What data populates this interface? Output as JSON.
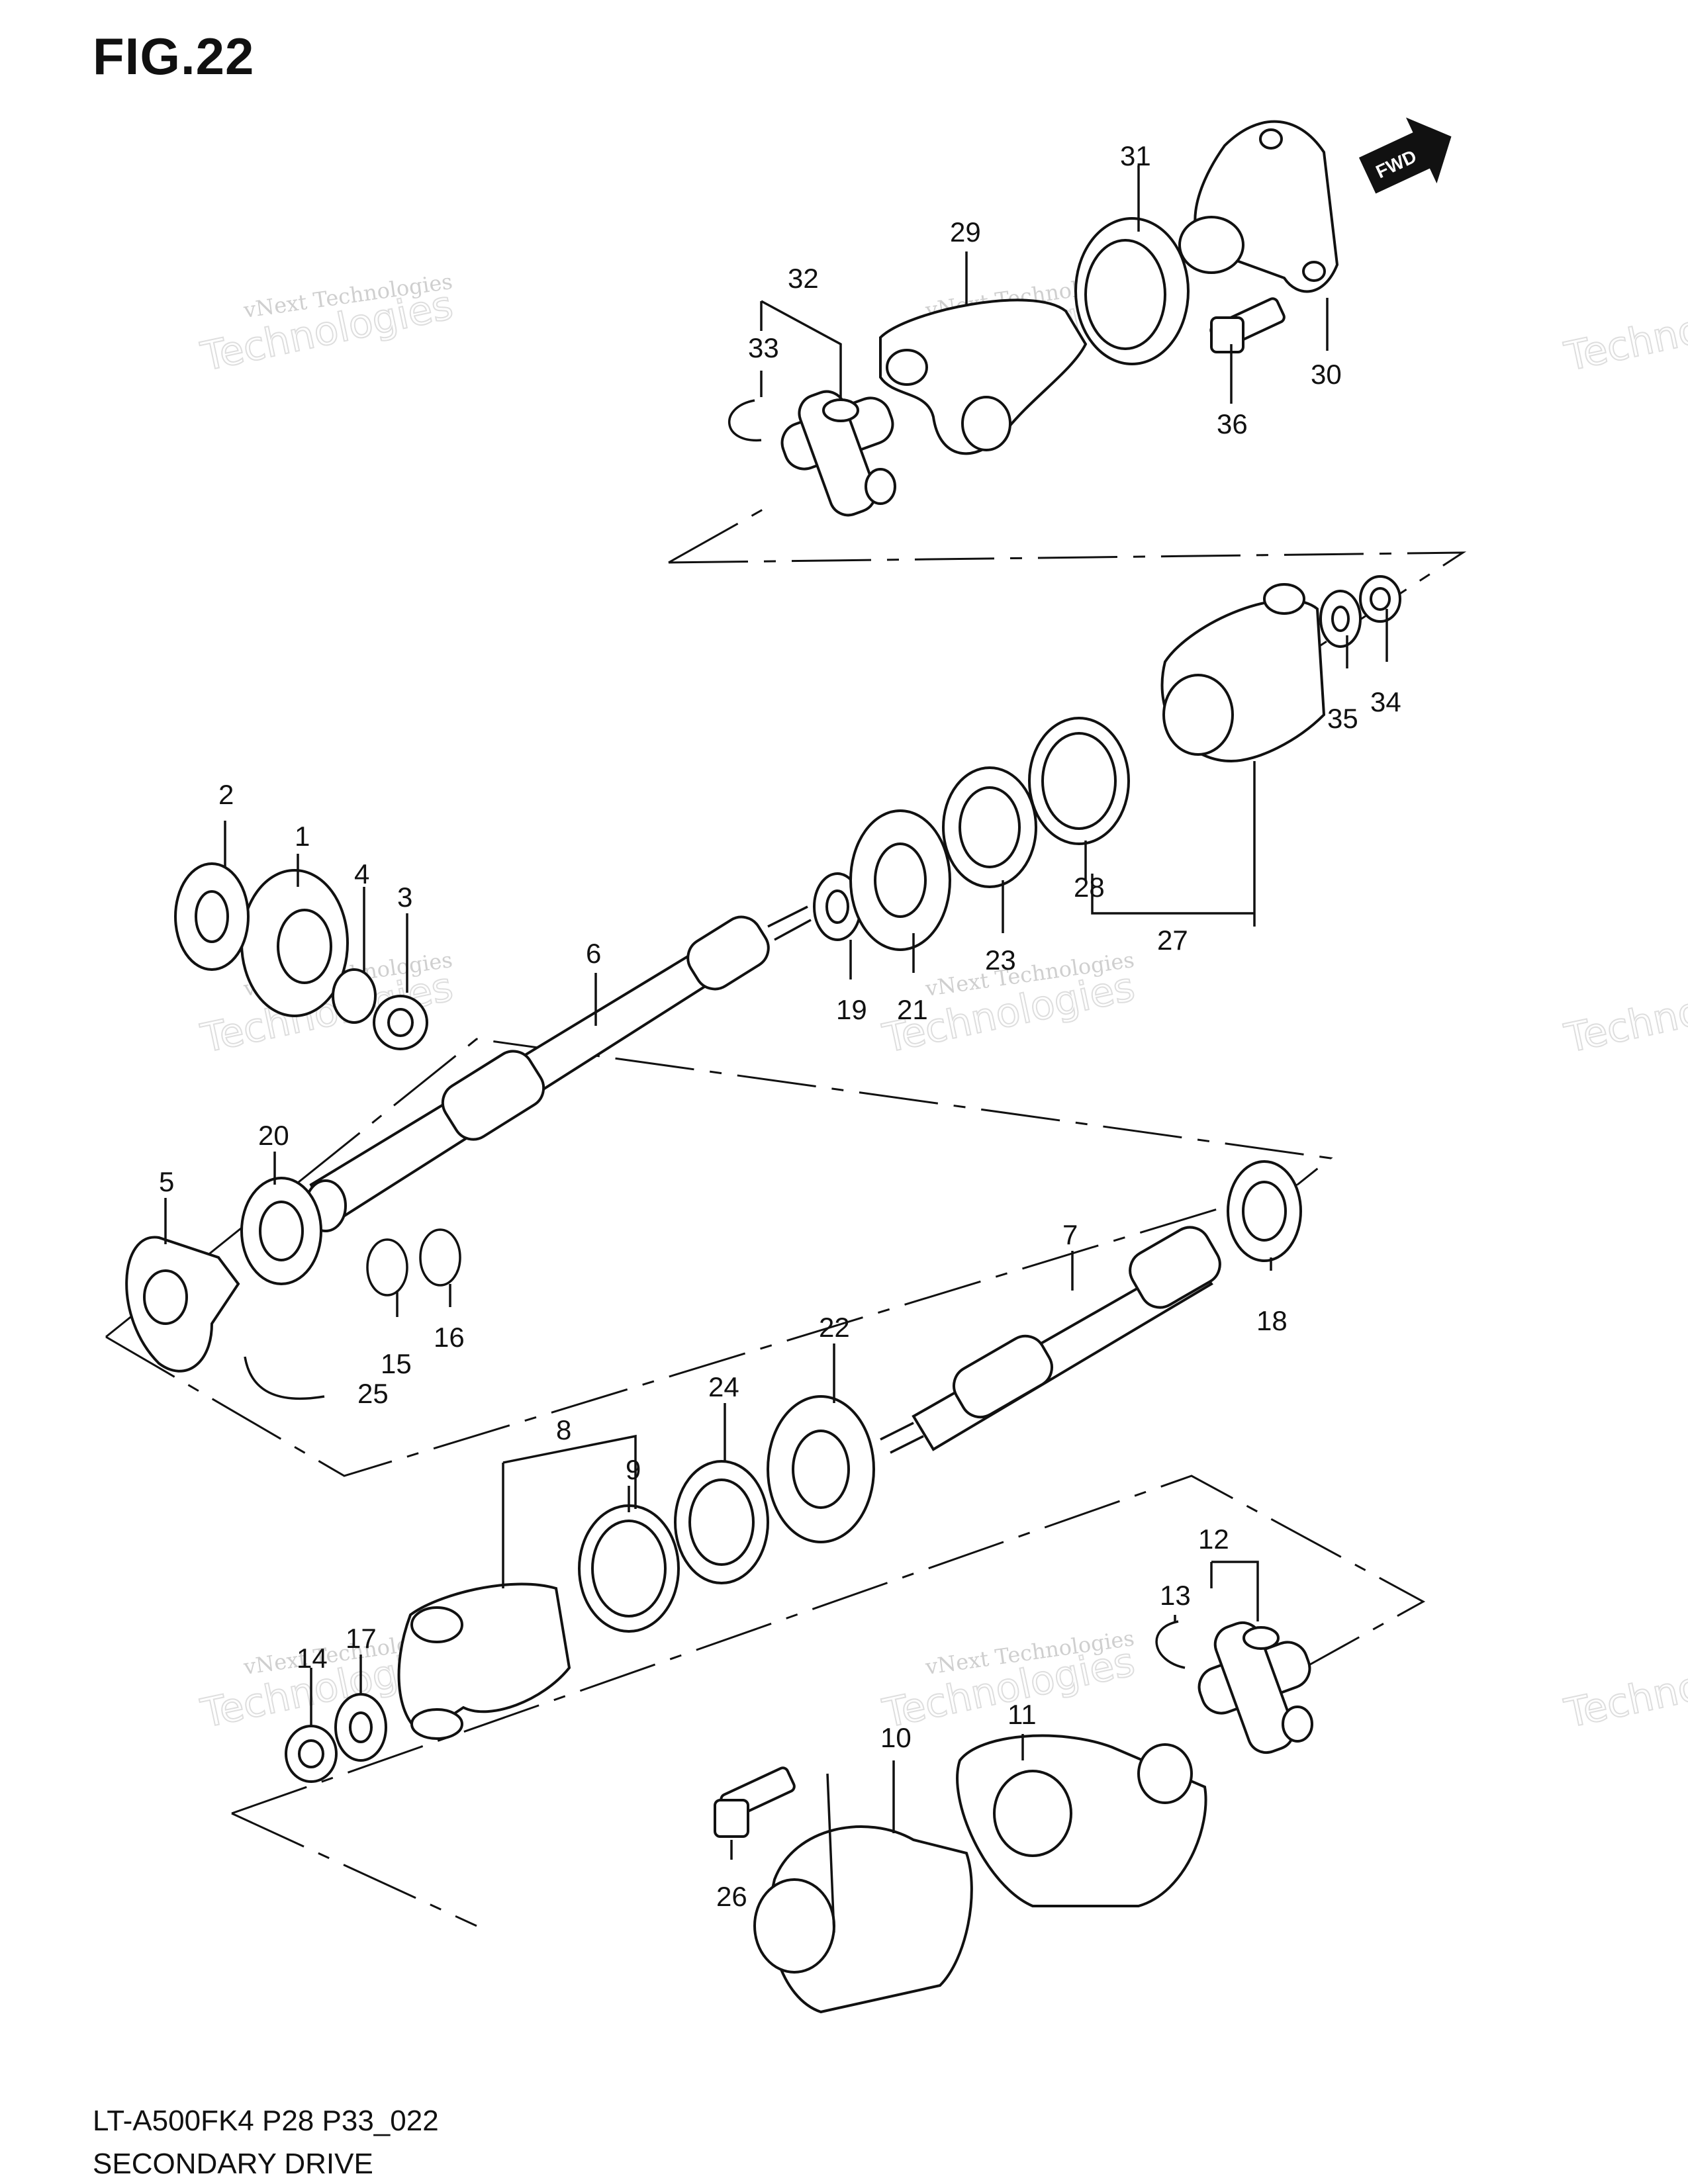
{
  "figure": {
    "title": "FIG.22"
  },
  "footer": {
    "model_code": "LT-A500FK4 P28 P33_022",
    "section_name": "SECONDARY DRIVE"
  },
  "direction_marker": {
    "text": "FWD"
  },
  "watermark": {
    "small": "vNext Technologies",
    "large": "Technologies"
  },
  "callouts": [
    "1",
    "2",
    "3",
    "4",
    "5",
    "6",
    "7",
    "8",
    "9",
    "10",
    "11",
    "12",
    "13",
    "14",
    "15",
    "16",
    "17",
    "18",
    "19",
    "20",
    "21",
    "22",
    "23",
    "24",
    "25",
    "26",
    "27",
    "28",
    "29",
    "30",
    "31",
    "32",
    "33",
    "34",
    "35",
    "36"
  ]
}
